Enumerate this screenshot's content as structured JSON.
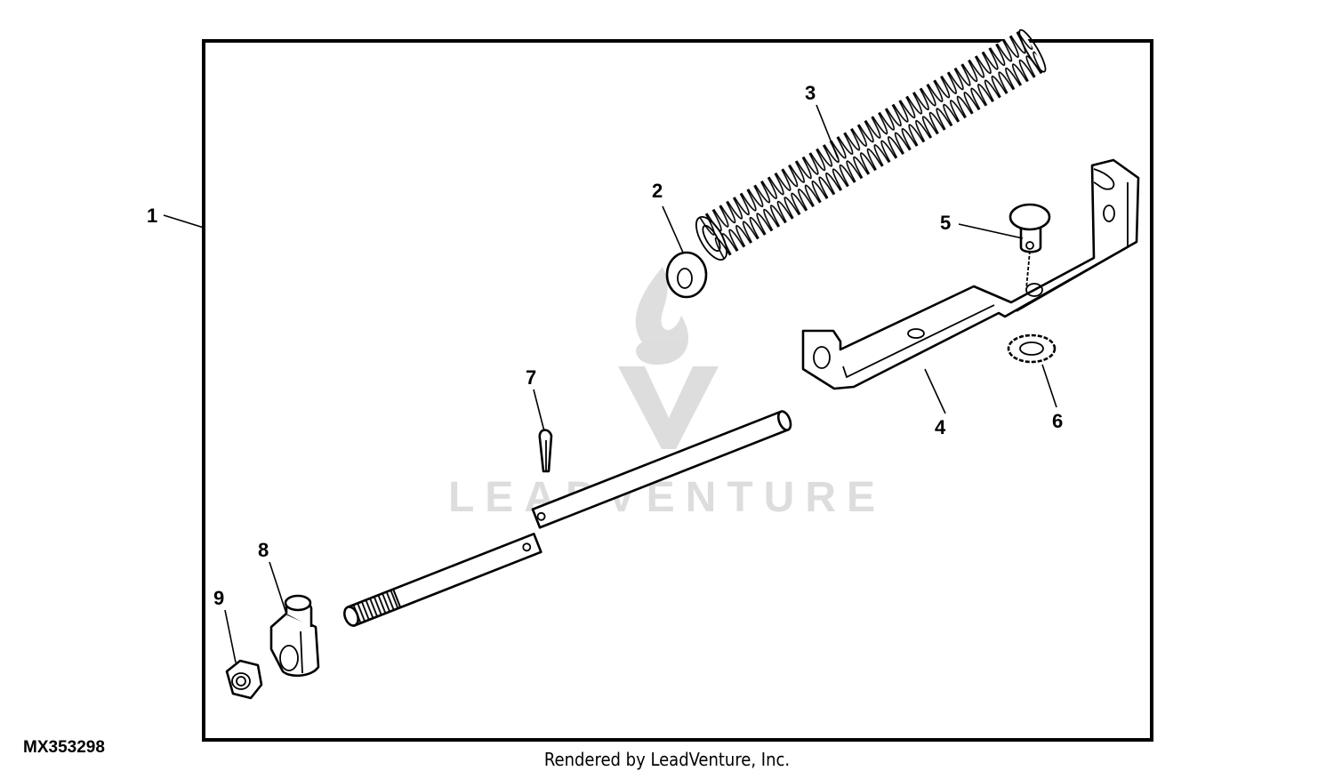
{
  "diagram": {
    "figure_id": "MX353298",
    "credit": "Rendered by LeadVenture, Inc.",
    "watermark": "LEADVENTURE",
    "callouts": [
      "1",
      "2",
      "3",
      "4",
      "5",
      "6",
      "7",
      "8",
      "9"
    ],
    "colors": {
      "line": "#000000",
      "watermark": "#d8d8d8",
      "background": "#ffffff"
    }
  }
}
